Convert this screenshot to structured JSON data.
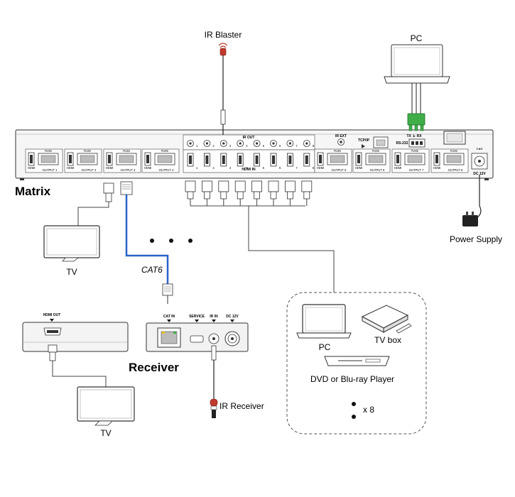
{
  "labels": {
    "ir_blaster": "IR Blaster",
    "pc_top": "PC",
    "matrix": "Matrix",
    "power_supply": "Power Supply",
    "tv_left": "TV",
    "cat6": "CAT6",
    "receiver": "Receiver",
    "tv_bottom": "TV",
    "ir_receiver": "IR Receiver",
    "pc_source": "PC",
    "tv_box": "TV box",
    "dvd": "DVD or Blu-ray Player",
    "x8": "x 8"
  },
  "matrix_panel": {
    "ir_out": "IR OUT",
    "ir_ext": "IR EXT",
    "hdmi_in": "HDMI IN",
    "tcp_ip": "TCP/IP",
    "rs232": "RS-232",
    "tx_rx": "TX ⏚ RX",
    "dc12v": "DC 12V",
    "rj45": "RJ45",
    "hdmi": "HDMI",
    "outputs": [
      "OUTPUT 1",
      "OUTPUT 2",
      "OUTPUT 3",
      "OUTPUT 4",
      "OUTPUT 5",
      "OUTPUT 6",
      "OUTPUT 7",
      "OUTPUT 8"
    ],
    "input_numbers": [
      "1",
      "2",
      "3",
      "4",
      "5",
      "6",
      "7",
      "8"
    ]
  },
  "receiver_panel": {
    "cat_in": "CAT IN",
    "service": "SERVICE",
    "ir_in": "IR IN",
    "dc12v": "DC 12V"
  },
  "tv_device": {
    "hdmi_out": "HDMI OUT"
  },
  "colors": {
    "cat6_cable": "#2a62c9",
    "ir_emitter": "#c0392b",
    "terminal_block": "#3fae49",
    "panel_fill": "#f2f2f2",
    "line": "#222222"
  }
}
